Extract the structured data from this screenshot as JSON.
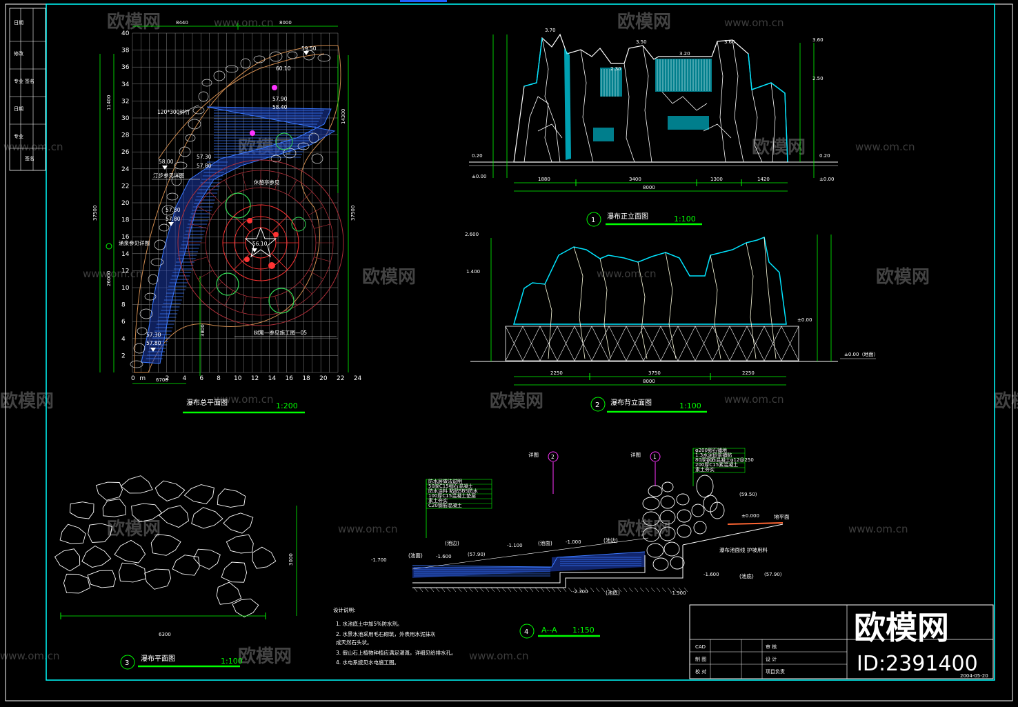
{
  "drawing": {
    "plan_title": "瀑布总平面图",
    "plan_scale": "1:200",
    "elev1_no": "1",
    "elev1_title": "瀑布正立面图",
    "elev1_scale": "1:100",
    "elev2_no": "2",
    "elev2_title": "瀑布背立面图",
    "elev2_scale": "1:100",
    "plan3_no": "3",
    "plan3_title": "瀑布平面图",
    "plan3_scale": "1:100",
    "section_no": "4",
    "section_title": "A--A",
    "section_scale": "1:150"
  },
  "grid": {
    "y_labels": [
      "40",
      "38",
      "36",
      "34",
      "32",
      "30",
      "28",
      "26",
      "24",
      "22",
      "20",
      "18",
      "16",
      "14",
      "12",
      "10",
      "8",
      "6",
      "4",
      "2"
    ],
    "x_labels": [
      "0",
      "m",
      "2",
      "4",
      "6",
      "8",
      "10",
      "12",
      "14",
      "16",
      "18",
      "20",
      "22",
      "24"
    ]
  },
  "plan_dims": {
    "top_a": "8440",
    "top_b": "8000",
    "left_a": "11400",
    "left_b": "37500",
    "left_c": "26000",
    "right_a": "14300",
    "right_b": "37500",
    "bottom": "6700",
    "inner_a": "3800"
  },
  "plan_levels": [
    "59.50",
    "60.10",
    "57.90",
    "58.40",
    "58.00",
    "57.30",
    "57.80",
    "57.30",
    "57.80",
    "57.30",
    "57.80",
    "56.10"
  ],
  "plan_notes": {
    "n1": "120*300种竹",
    "n2": "汀步参见详图",
    "n3": "涌泉参见详图",
    "n4": "休憩亭参见",
    "n5": "树篱—参见施工图—05"
  },
  "elev_dims": {
    "top": [
      "3.70",
      "3.50",
      "3.20",
      "3.60",
      "3.60",
      "2.50",
      "2.30"
    ],
    "bottom": [
      "1880",
      "3400",
      "1300",
      "1420"
    ],
    "total": "8000",
    "left_levels": [
      "0.20",
      "±0.00"
    ],
    "right_levels": [
      "0.20",
      "±0.00"
    ]
  },
  "elev2_dims": {
    "left": [
      "2.600",
      "1.400"
    ],
    "bottom": [
      "2250",
      "3750",
      "2250"
    ],
    "total": "8000",
    "right": [
      "±0.00",
      "±0.00（地面）"
    ]
  },
  "plan3_dims": {
    "width": "6300",
    "height": "3000"
  },
  "section": {
    "callout_left": "详图",
    "callout_left_no": "2",
    "callout_right": "详图",
    "callout_right_no": "1",
    "levels": [
      "-1.700",
      "-1.600",
      "(57.90)",
      "-1.100",
      "-1.000",
      "-1.600",
      "-1.900",
      "-2.300",
      "(59.50)",
      "±0.000",
      "(57.90)"
    ],
    "labels": [
      "(池面)",
      "(池边)",
      "(池面)",
      "(池边)",
      "(池底)",
      "(池底)",
      "地平面",
      "瀑布池面线 护坡用料"
    ],
    "legend_a": [
      "防水层做法说明",
      "50厚C15细石混凝土",
      "防水涂料 粘贴SBS防水",
      "100厚C15混凝土垫层",
      "素土夯实",
      "C20钢筋混凝土"
    ],
    "legend_b": [
      "φ200卵石铺地",
      "1:3水泥砂浆铺贴",
      "80厚钢筋混凝土φ12@250",
      "200厚C15素混凝土",
      "素土夯实"
    ]
  },
  "design_notes": {
    "heading": "设计说明:",
    "items": [
      "1. 水池底土中加5%防水剂。",
      "2. 水景水池采用毛石砌筑，外表用水泥抹灰",
      "   成天然石头状。",
      "3. 假山石上植物种植应满足灌溉，详细见给排水孔。",
      "4. 水电系统见水电施工图。"
    ]
  },
  "title_block": {
    "brand": "欧模网",
    "id_text": "ID:2391400",
    "date": "2004-05-20",
    "cad": "CAD",
    "rows": [
      "审 核",
      "设 计",
      "制 图",
      "校 对",
      "项目负责"
    ]
  },
  "watermark": {
    "brand": "欧模网",
    "url": "www.om.cn"
  },
  "left_strip": [
    "日期",
    "修改",
    "专业",
    "签名",
    "日期",
    "专业",
    "签名"
  ],
  "colors": {
    "frame": "#00ffff",
    "dims": "#00ff00",
    "water": "#3a78ff",
    "rock": "#ffffff",
    "circle": "#ff3333",
    "grid": "#8a8a8a",
    "magenta": "#ff33ff"
  }
}
